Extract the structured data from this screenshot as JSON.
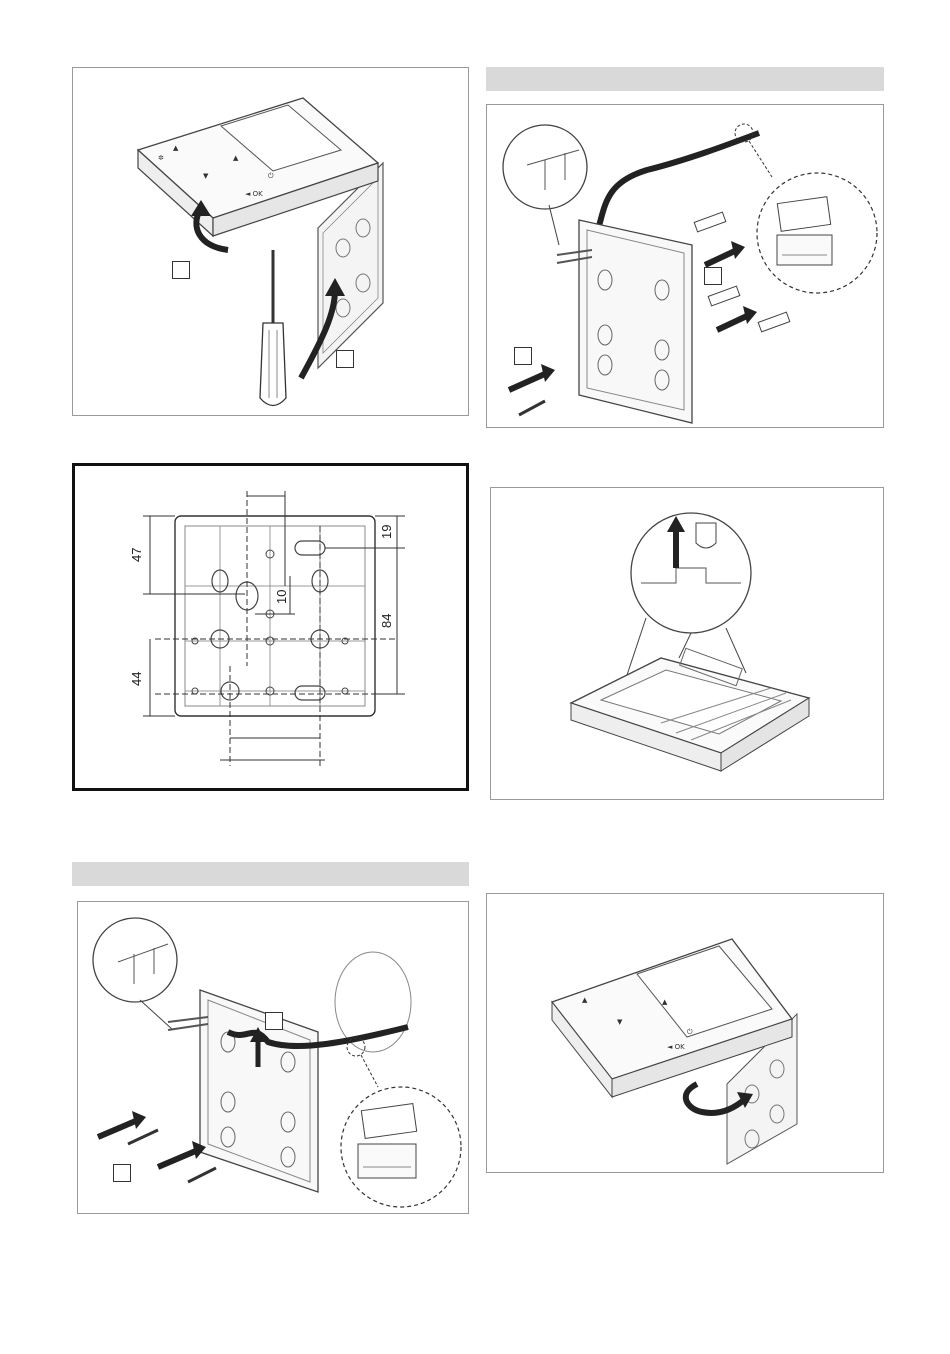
{
  "dimensions": {
    "d47": "47",
    "d44": "44",
    "d19": "19",
    "d84": "84",
    "d10": "10"
  },
  "callouts": {
    "fig1_a": "",
    "fig1_b": "",
    "fig2_a": "",
    "fig2_b": "",
    "fig5_a": "",
    "fig5_b": ""
  },
  "controller_labels": {
    "ok": "OK",
    "fan": "✲",
    "power": "⏻"
  }
}
